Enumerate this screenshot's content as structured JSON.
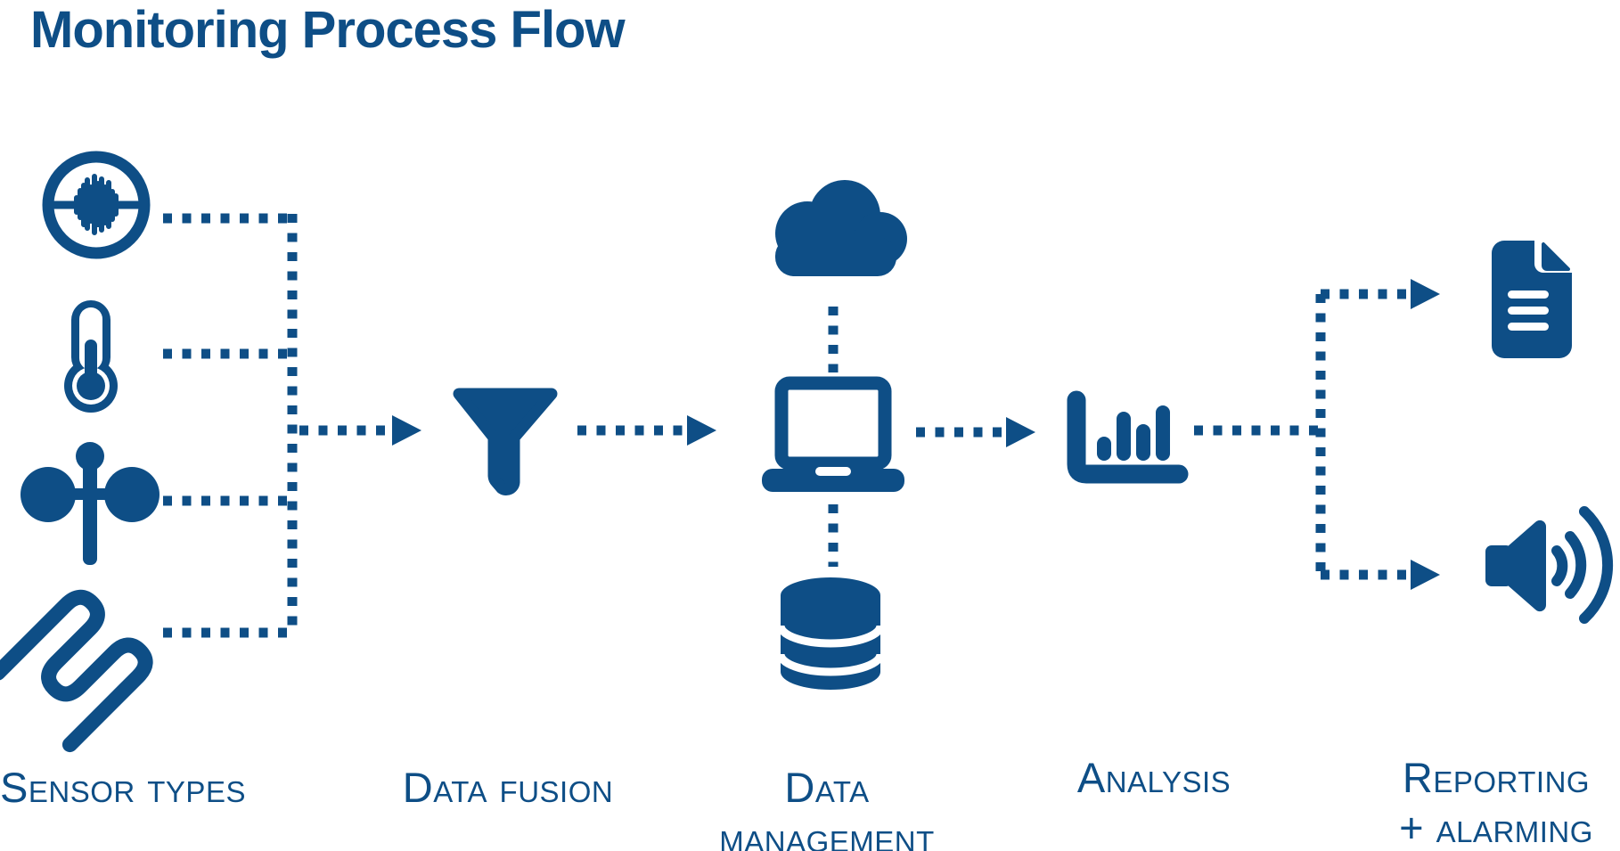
{
  "title": "Monitoring Process Flow",
  "colors": {
    "accent": "#0E4E86",
    "background": "#FFFFFF"
  },
  "diagram_type": "process-flow",
  "stages": [
    {
      "id": "sensor-types",
      "label_line1": "Sensor types",
      "label_line2": "",
      "icons": [
        "vibration-sensor-icon",
        "thermometer-icon",
        "anemometer-icon",
        "strain-gauge-icon"
      ]
    },
    {
      "id": "data-fusion",
      "label_line1": "Data fusion",
      "label_line2": "",
      "icons": [
        "funnel-icon"
      ]
    },
    {
      "id": "data-management",
      "label_line1": "Data",
      "label_line2": "management",
      "icons": [
        "cloud-icon",
        "laptop-icon",
        "database-icon"
      ]
    },
    {
      "id": "analysis",
      "label_line1": "Analysis",
      "label_line2": "",
      "icons": [
        "bar-chart-icon"
      ]
    },
    {
      "id": "reporting-alarming",
      "label_line1": "Reporting",
      "label_line2": "+ alarming",
      "icons": [
        "document-report-icon",
        "alarm-speaker-icon"
      ]
    }
  ],
  "connections": [
    "vibration-sensor -> collector",
    "thermometer -> collector",
    "anemometer -> collector",
    "strain-gauge -> collector",
    "collector -> data-fusion",
    "data-fusion -> data-management",
    "cloud -> laptop",
    "laptop -> database",
    "data-management -> analysis",
    "analysis -> reporting",
    "analysis -> alarming"
  ]
}
